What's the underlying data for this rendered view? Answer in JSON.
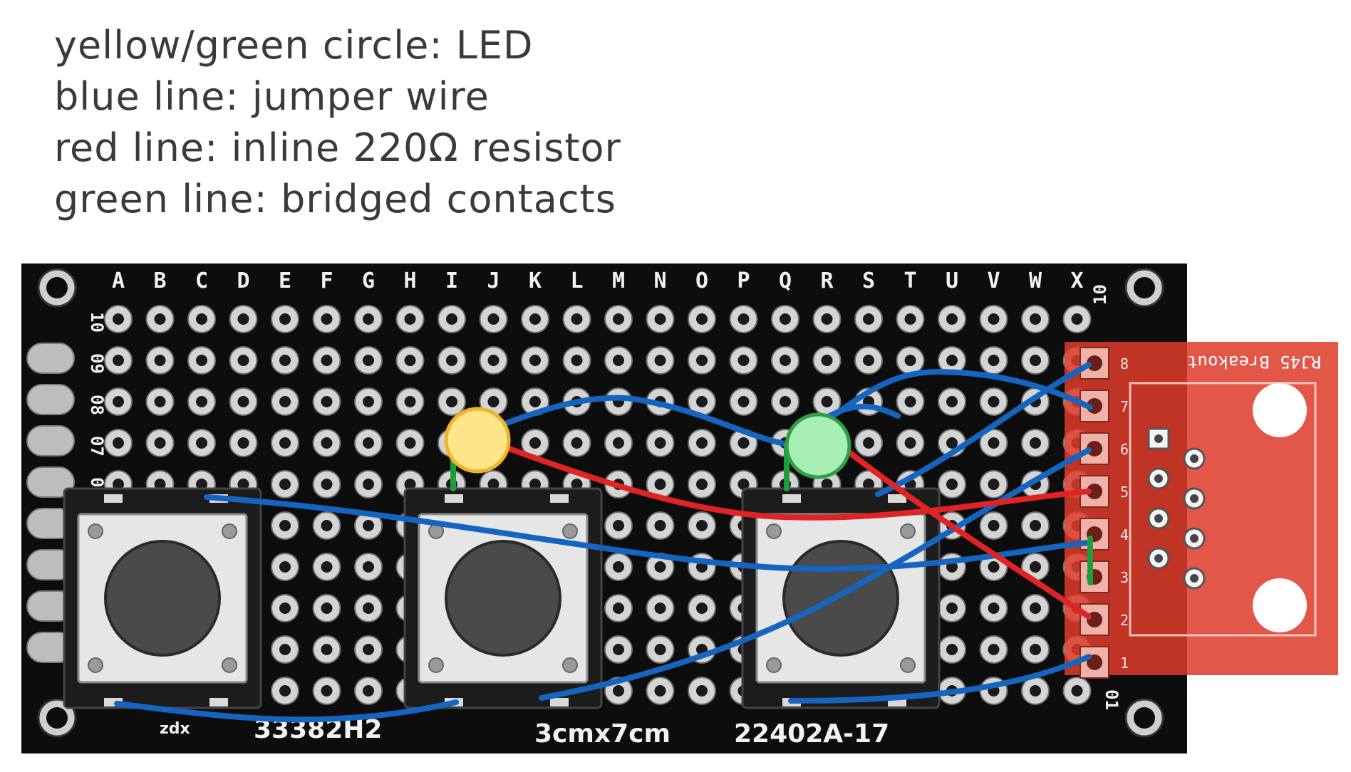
{
  "legend": [
    "yellow/green circle: LED",
    "blue line: jumper wire",
    "red line: inline 220Ω resistor",
    "green line: bridged contacts"
  ],
  "board": {
    "columns": [
      "A",
      "B",
      "C",
      "D",
      "E",
      "F",
      "G",
      "H",
      "I",
      "J",
      "K",
      "L",
      "M",
      "N",
      "O",
      "P",
      "Q",
      "R",
      "S",
      "T",
      "U",
      "V",
      "W",
      "X"
    ],
    "left_row_labels": [
      "10",
      "09",
      "08",
      "07",
      "06"
    ],
    "right_row_labels": [
      "10",
      "01"
    ],
    "silkscreen": {
      "size": "3cmx7cm",
      "part": "22402A-17",
      "code": "33382H2",
      "maker": "zdx"
    }
  },
  "breakout": {
    "title": "RJ45 Breakout",
    "pin_marks": [
      "8",
      "7",
      "6",
      "5",
      "4",
      "3",
      "2",
      "1"
    ]
  },
  "colors": {
    "board": "#0d0d0d",
    "pad": "#d4d4d4",
    "wire_blue": "#1565c0",
    "wire_red": "#e02424",
    "wire_green": "#1f9d3a",
    "led_yellow": "#fde68a",
    "led_yellow_ring": "#f0b429",
    "led_green": "#a7efb3",
    "led_green_ring": "#2f9e44",
    "breakout_red": "#de3b2b"
  }
}
